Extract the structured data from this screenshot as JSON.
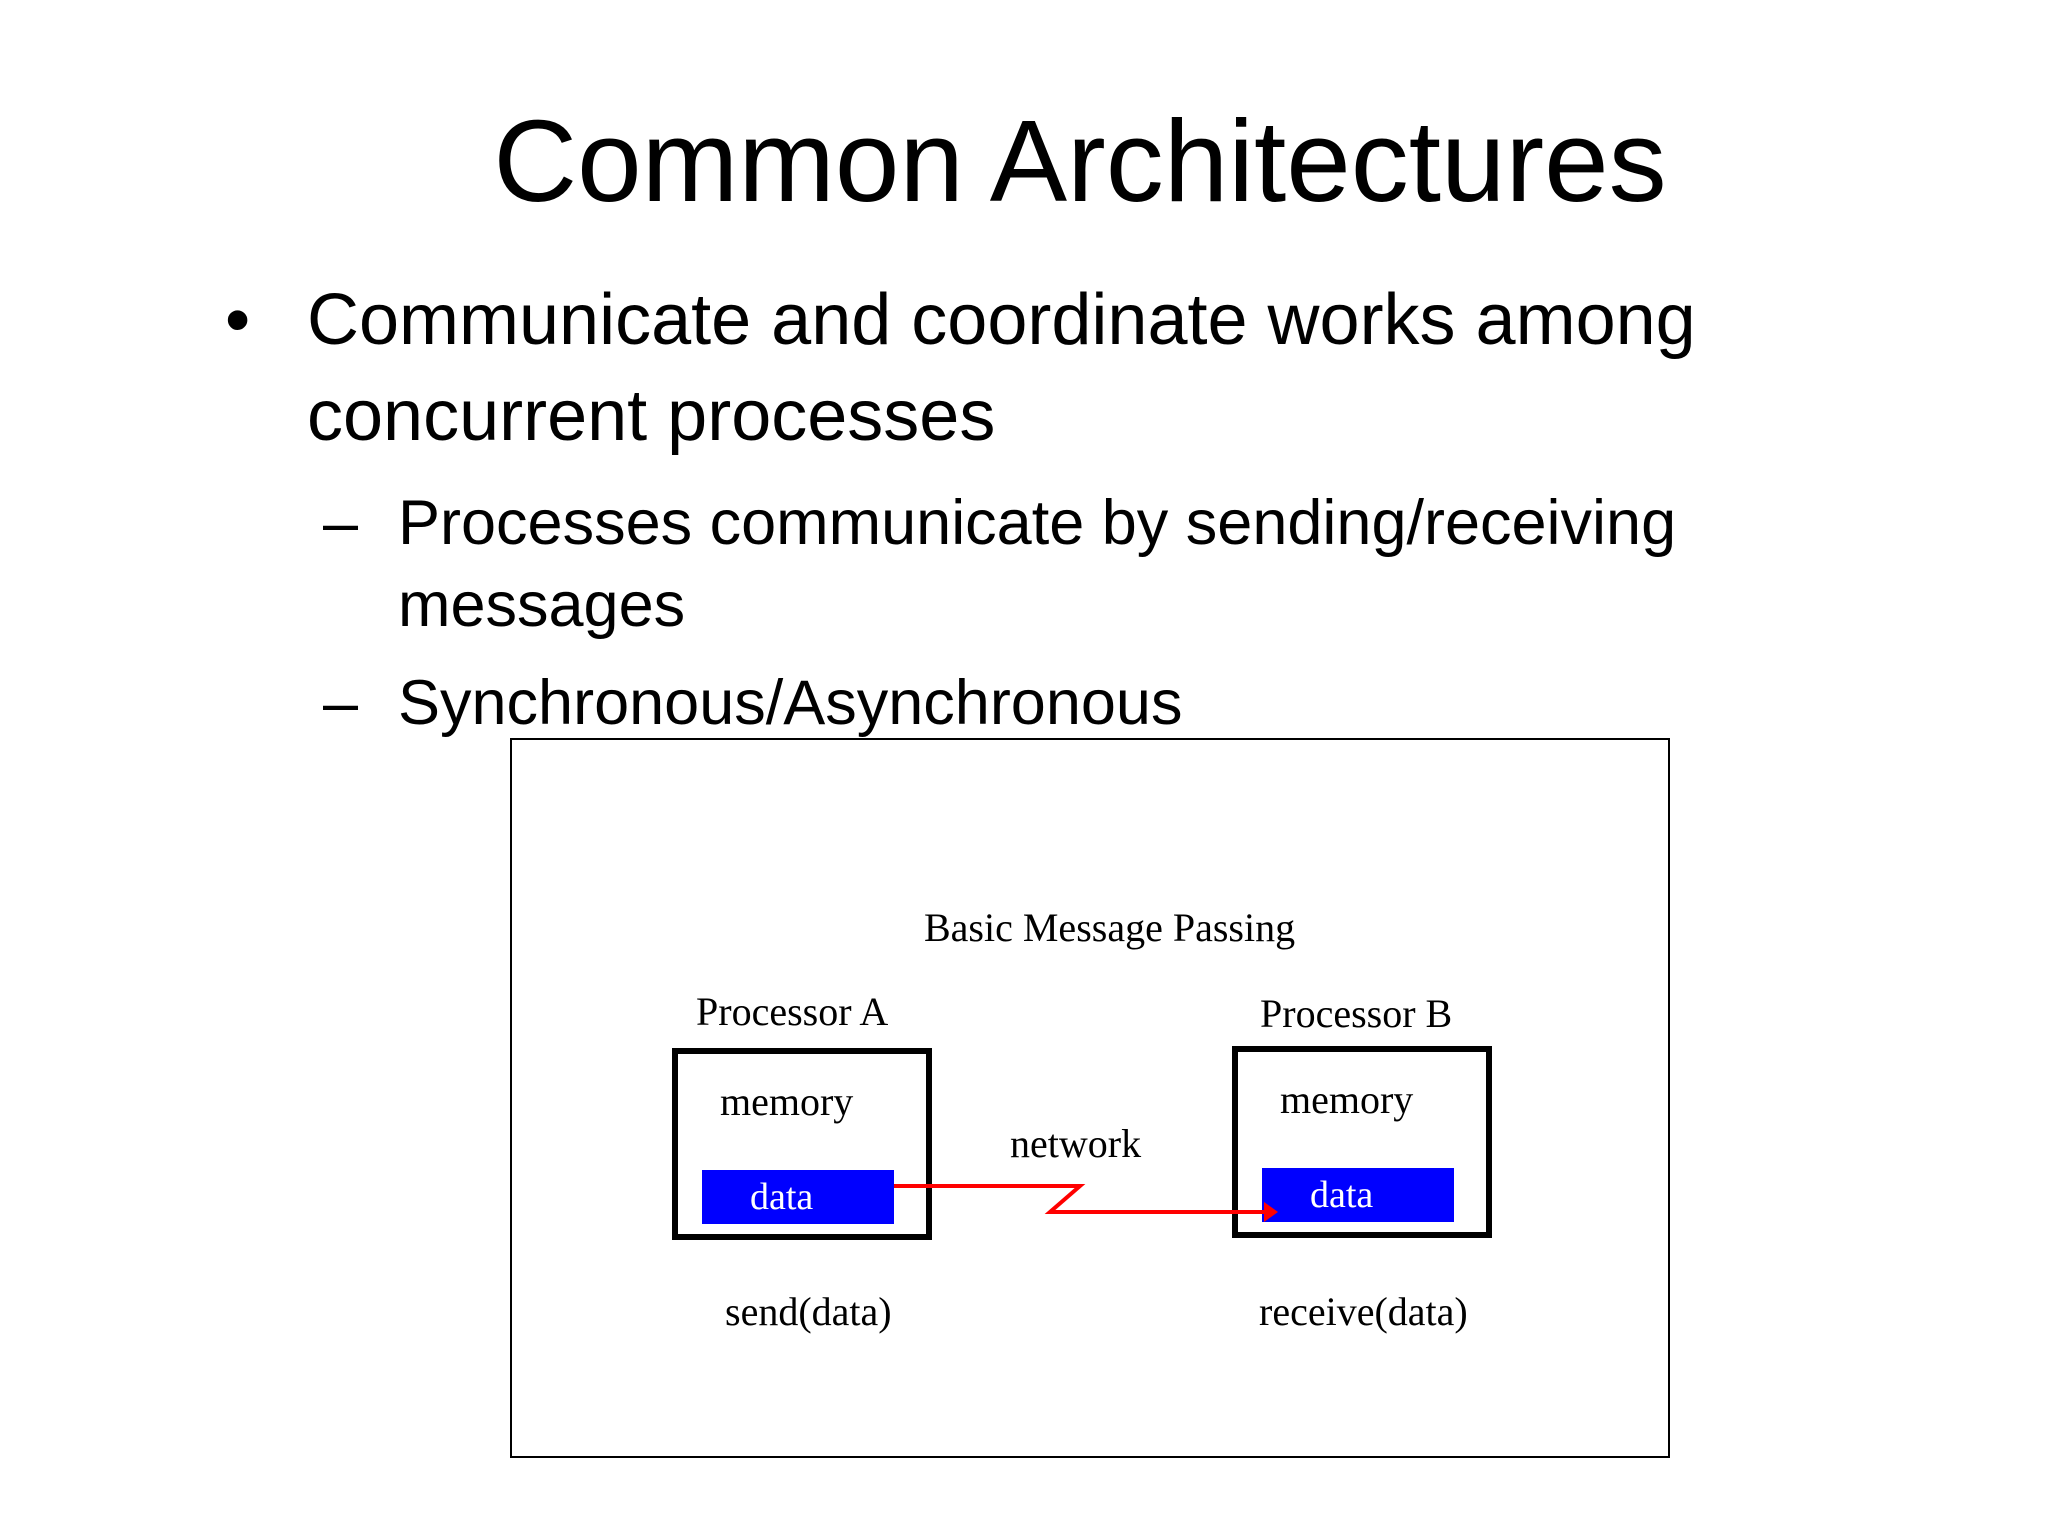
{
  "slide": {
    "title": "Common Architectures",
    "bullet": {
      "mark": "•",
      "line1": "Communicate and coordinate works among",
      "line2": "concurrent processes"
    },
    "subbullets": [
      {
        "mark": "–",
        "line1": "Processes communicate by sending/receiving",
        "line2": "messages"
      },
      {
        "mark": "–",
        "line1": "Synchronous/Asynchronous"
      }
    ]
  },
  "diagram": {
    "title": "Basic Message Passing",
    "processor_a": {
      "label": "Processor A",
      "memory_label": "memory",
      "data_label": "data",
      "action": "send(data)"
    },
    "processor_b": {
      "label": "Processor B",
      "memory_label": "memory",
      "data_label": "data",
      "action": "receive(data)"
    },
    "network_label": "network",
    "colors": {
      "data_fill": "#0000ff",
      "data_text": "#ffffff",
      "arrow": "#ff0000"
    }
  }
}
